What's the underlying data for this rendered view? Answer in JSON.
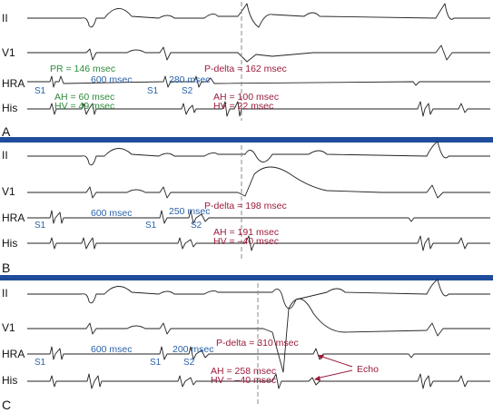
{
  "colors": {
    "green": "#2e8b3a",
    "blue": "#2a62a8",
    "maroon": "#9b1c3a",
    "divider": "#1f4d9c",
    "trace": "#222222"
  },
  "leads": [
    "II",
    "V1",
    "HRA",
    "His"
  ],
  "panels": [
    {
      "letter": "A",
      "green_labels": [
        "PR = 146 msec",
        "AH = 60 msec",
        "HV = 49 msec"
      ],
      "blue_labels": [
        "600 msec",
        "280 msec"
      ],
      "maroon_labels": [
        "P-delta = 162 msec",
        "AH = 100 msec",
        "HV = 22 msec"
      ],
      "stim_labels": [
        "S1",
        "S1",
        "S2"
      ]
    },
    {
      "letter": "B",
      "green_labels": [],
      "blue_labels": [
        "600 msec",
        "250 msec"
      ],
      "maroon_labels": [
        "P-delta = 198 msec",
        "AH = 191 msec",
        "HV = –40 msec"
      ],
      "stim_labels": [
        "S1",
        "S1",
        "S2"
      ]
    },
    {
      "letter": "C",
      "green_labels": [],
      "blue_labels": [
        "600 msec",
        "200 msec"
      ],
      "maroon_labels": [
        "P-delta = 310 msec",
        "AH = 258 msec",
        "HV = –40 msec",
        "Echo"
      ],
      "stim_labels": [
        "S1",
        "S1",
        "S2"
      ]
    }
  ]
}
